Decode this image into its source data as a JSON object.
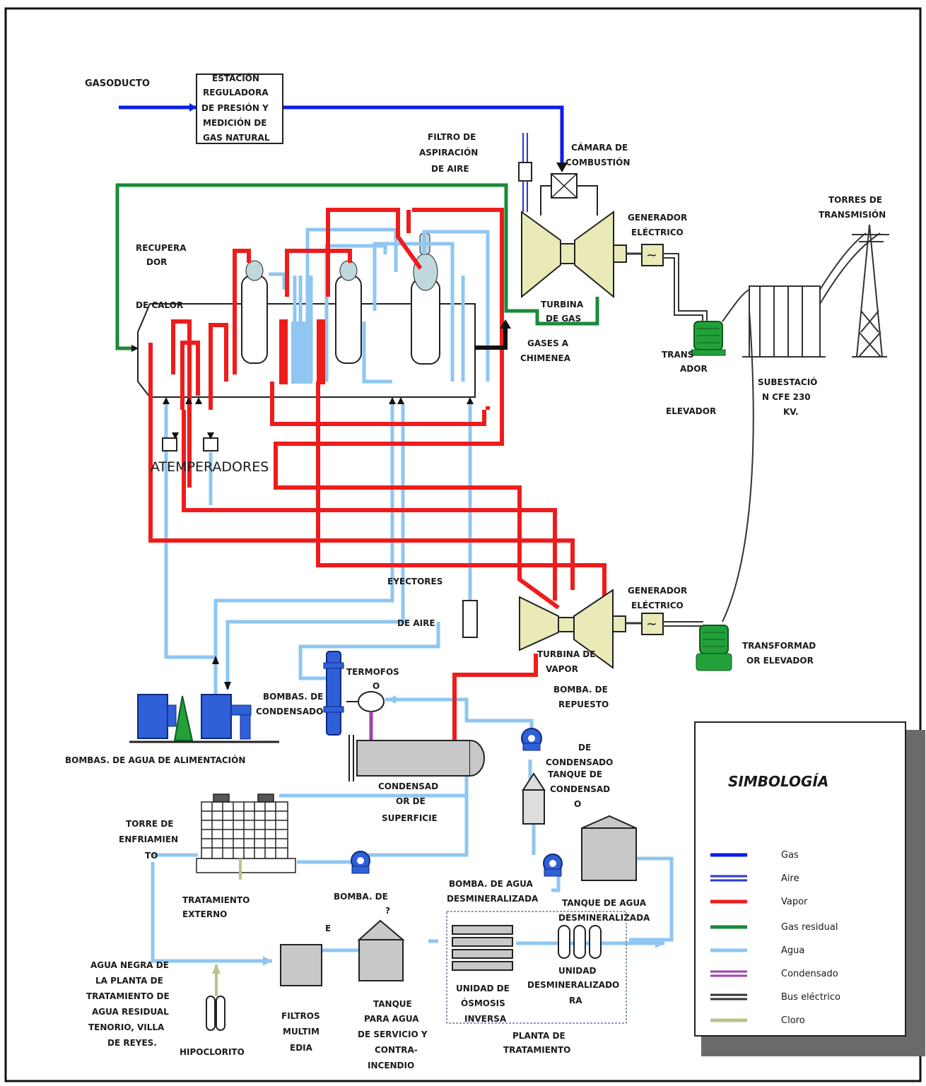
{
  "labels": {
    "gasoducto": "GASODUCTO",
    "estacion": [
      "ESTACIÓN",
      "REGULADORA",
      "DE PRESIÓN Y",
      "MEDICIÓN DE",
      "GAS NATURAL"
    ],
    "filtro": [
      "FILTRO DE",
      "ASPIRACIÓN",
      "DE AIRE"
    ],
    "camara": [
      "CÁMARA DE",
      "COMBUSTIÓN"
    ],
    "generador1": [
      "GENERADOR",
      "ELÉCTRICO"
    ],
    "torres": [
      "TORRES DE",
      "TRANSMISIÓN"
    ],
    "recuperador": [
      "RECUPERA",
      "DOR",
      "DE CALOR"
    ],
    "turbina_gas": [
      "TURBINA",
      "DE GAS"
    ],
    "gases": [
      "GASES A",
      "CHIMENEA"
    ],
    "transformador1": [
      "TRANS",
      "ADOR",
      "ELEVADOR"
    ],
    "subestacion": [
      "SUBESTACIÓ",
      "N CFE 230",
      "KV."
    ],
    "atemperadores": "ATEMPERADORES",
    "eyectores": [
      "EYECTORES",
      "DE AIRE"
    ],
    "generador2": [
      "GENERADOR",
      "ELÉCTRICO"
    ],
    "turbina_vapor": [
      "TURBINA DE",
      "VAPOR"
    ],
    "transformador2": [
      "TRANSFORMAD",
      "OR ELEVADOR"
    ],
    "termofoco": [
      "TERMOFOS",
      "O"
    ],
    "bombas_condensado": [
      "BOMBAS. DE",
      "CONDENSADO"
    ],
    "bomba_repuesto": [
      "BOMBA. DE",
      "REPUESTO"
    ],
    "bombas_agua": "BOMBAS. DE AGUA DE ALIMENTACIÓN",
    "de_condensado": [
      "DE",
      "CONDENSADO"
    ],
    "tanque_condensado": [
      "TANQUE DE",
      "CONDENSAD",
      "O"
    ],
    "condensador": [
      "CONDENSAD",
      "OR DE",
      "SUPERFICIE"
    ],
    "torre_enfriamiento": [
      "TORRE DE",
      "ENFRIAMIEN",
      "TO"
    ],
    "tratamiento": [
      "TRATAMIENTO",
      "EXTERNO"
    ],
    "bomba_de": [
      "BOMBA. DE",
      "?"
    ],
    "bomba_agua_desmin": [
      "BOMBA. DE AGUA",
      "DESMINERALIZADA"
    ],
    "tanque_agua_desmin": [
      "TANQUE DE AGUA",
      "DESMINERALIZADA"
    ],
    "agua_negra": [
      "AGUA NEGRA DE",
      "LA PLANTA DE",
      "TRATAMIENTO DE",
      "AGUA RESIDUAL",
      "TENORIO, VILLA",
      "DE REYES."
    ],
    "hipoclorito": "HIPOCLORITO",
    "filtros": [
      "FILTROS",
      "MULTIM",
      "EDIA"
    ],
    "e_mark": "E",
    "tanque_servicio": [
      "TANQUE",
      "PARA AGUA",
      "DE SERVICIO Y",
      "CONTRA-",
      "INCENDIO"
    ],
    "unidad_osmosis": [
      "UNIDAD DE",
      "ÓSMOSIS",
      "INVERSA"
    ],
    "unidad_desmin": [
      "UNIDAD",
      "DESMINERALIZADO",
      "RA"
    ],
    "planta_tratamiento": [
      "PLANTA DE",
      "TRATAMIENTO"
    ]
  },
  "legend": {
    "title": "SIMBOLOGÍA",
    "items": [
      {
        "label": "Gas",
        "color": "#0a1ee6",
        "style": "single"
      },
      {
        "label": "Aire",
        "color": "#2a3ad0",
        "style": "double"
      },
      {
        "label": "Vapor",
        "color": "#ee1c1c",
        "style": "single"
      },
      {
        "label": "Gas residual",
        "color": "#1a8a3a",
        "style": "single"
      },
      {
        "label": "Agua",
        "color": "#8fc6f2",
        "style": "single"
      },
      {
        "label": "Condensado",
        "color": "#a040b0",
        "style": "double"
      },
      {
        "label": "Bus eléctrico",
        "color": "#333333",
        "style": "double"
      },
      {
        "label": "Cloro",
        "color": "#b8c48a",
        "style": "single"
      }
    ]
  }
}
